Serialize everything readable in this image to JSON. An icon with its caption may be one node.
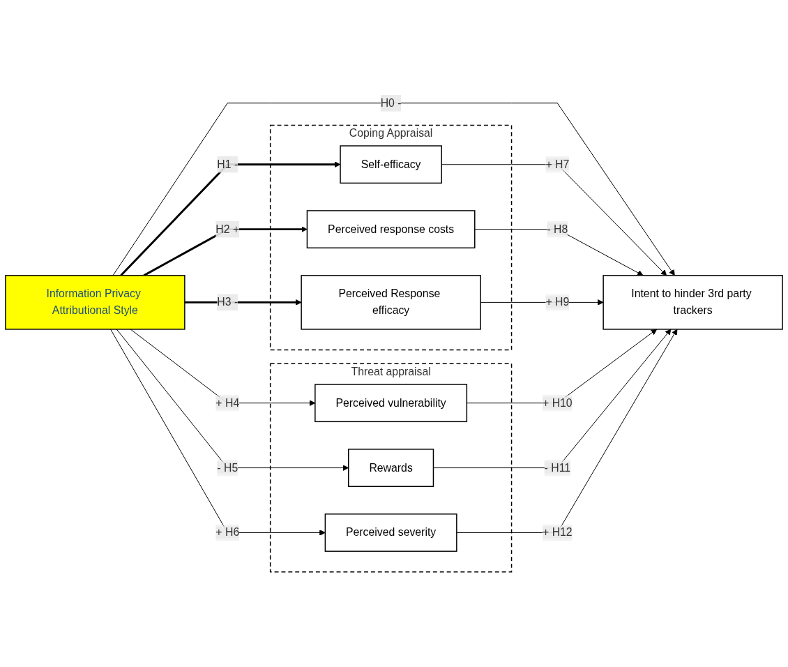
{
  "diagram": {
    "nodes": [
      {
        "text": [
          "Information Privacy Attributional Style"
        ]
      },
      {
        "text": [
          "Coping Appraisal"
        ]
      },
      {
        "text": [
          "Self-efficacy"
        ],
        "in": 1
      },
      {
        "text": [
          "Perceived response costs"
        ],
        "in": 1
      },
      {
        "text": [
          "Perceived Response efficacy"
        ],
        "in": 1
      },
      {
        "text": [
          "Threat appraisal"
        ]
      },
      {
        "text": [
          "Perceived vulnerability"
        ],
        "in": 5
      },
      {
        "text": [
          "Rewards"
        ],
        "in": 5
      },
      {
        "text": [
          "Perceived severity"
        ],
        "in": 5
      },
      {
        "text": [
          "Intent to hinder 3rd party trackers"
        ]
      }
    ],
    "edges": [
      {
        "from": 0,
        "to": 9,
        "arrow": "to",
        "label": "H0 -"
      },
      {
        "from": 0,
        "to": 2,
        "arrow": "to",
        "label": "H1 -",
        "style": "thick"
      },
      {
        "from": 0,
        "to": 3,
        "arrow": "to",
        "label": "H2 +",
        "style": "thick"
      },
      {
        "from": 0,
        "to": 4,
        "arrow": "to",
        "label": "H3 -",
        "style": "thick"
      },
      {
        "from": 0,
        "to": 6,
        "arrow": "to",
        "label": "+ H4"
      },
      {
        "from": 0,
        "to": 7,
        "arrow": "to",
        "label": "- H5"
      },
      {
        "from": 0,
        "to": 8,
        "arrow": "to",
        "label": "+ H6"
      },
      {
        "from": 2,
        "to": 9,
        "arrow": "to",
        "label": "+ H7"
      },
      {
        "from": 3,
        "to": 9,
        "arrow": "to",
        "label": "- H8"
      },
      {
        "from": 4,
        "to": 9,
        "arrow": "to",
        "label": "+ H9"
      },
      {
        "from": 6,
        "to": 9,
        "arrow": "to",
        "label": "+ H10"
      },
      {
        "from": 7,
        "to": 9,
        "arrow": "to",
        "label": "- H11"
      },
      {
        "from": 8,
        "to": 9,
        "arrow": "to",
        "label": "+ H12"
      }
    ]
  }
}
